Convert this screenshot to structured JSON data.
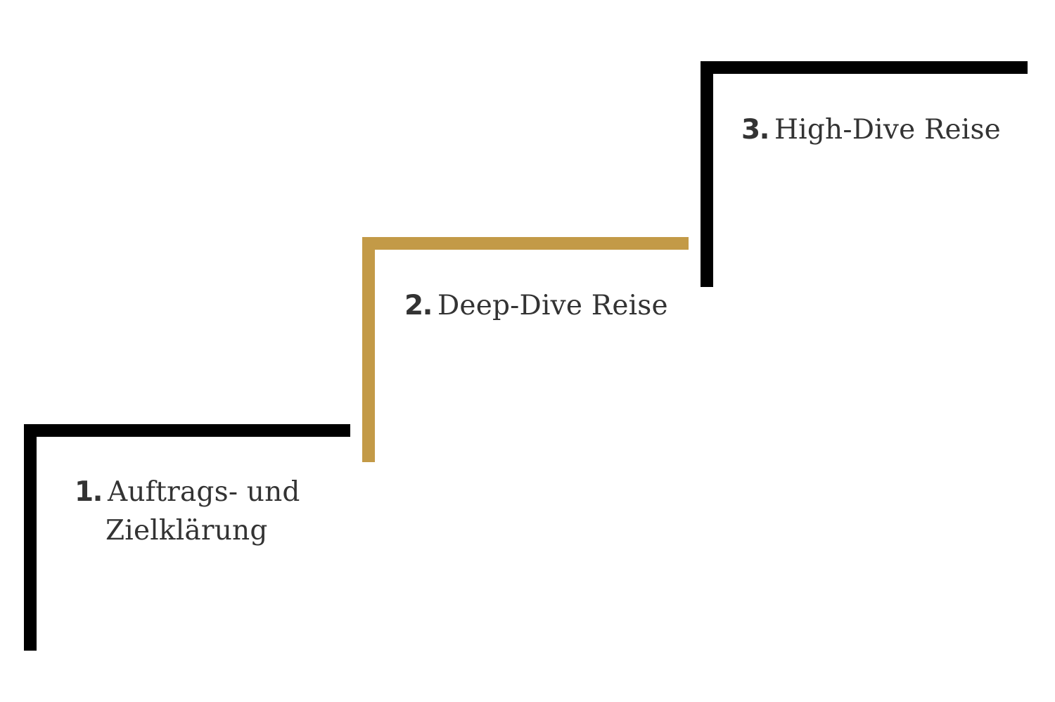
{
  "diagram": {
    "type": "staircase-process",
    "colors": {
      "default_line": "#000000",
      "accent_line": "#C39A47",
      "text": "#333333",
      "background": "#FFFFFF"
    },
    "steps": [
      {
        "number": "1.",
        "label_line1": "Auftrags- und",
        "label_line2": "Zielklärung",
        "highlighted": false
      },
      {
        "number": "2.",
        "label_line1": "Deep-Dive Reise",
        "highlighted": true
      },
      {
        "number": "3.",
        "label_line1": "High-Dive Reise",
        "highlighted": false
      }
    ]
  }
}
